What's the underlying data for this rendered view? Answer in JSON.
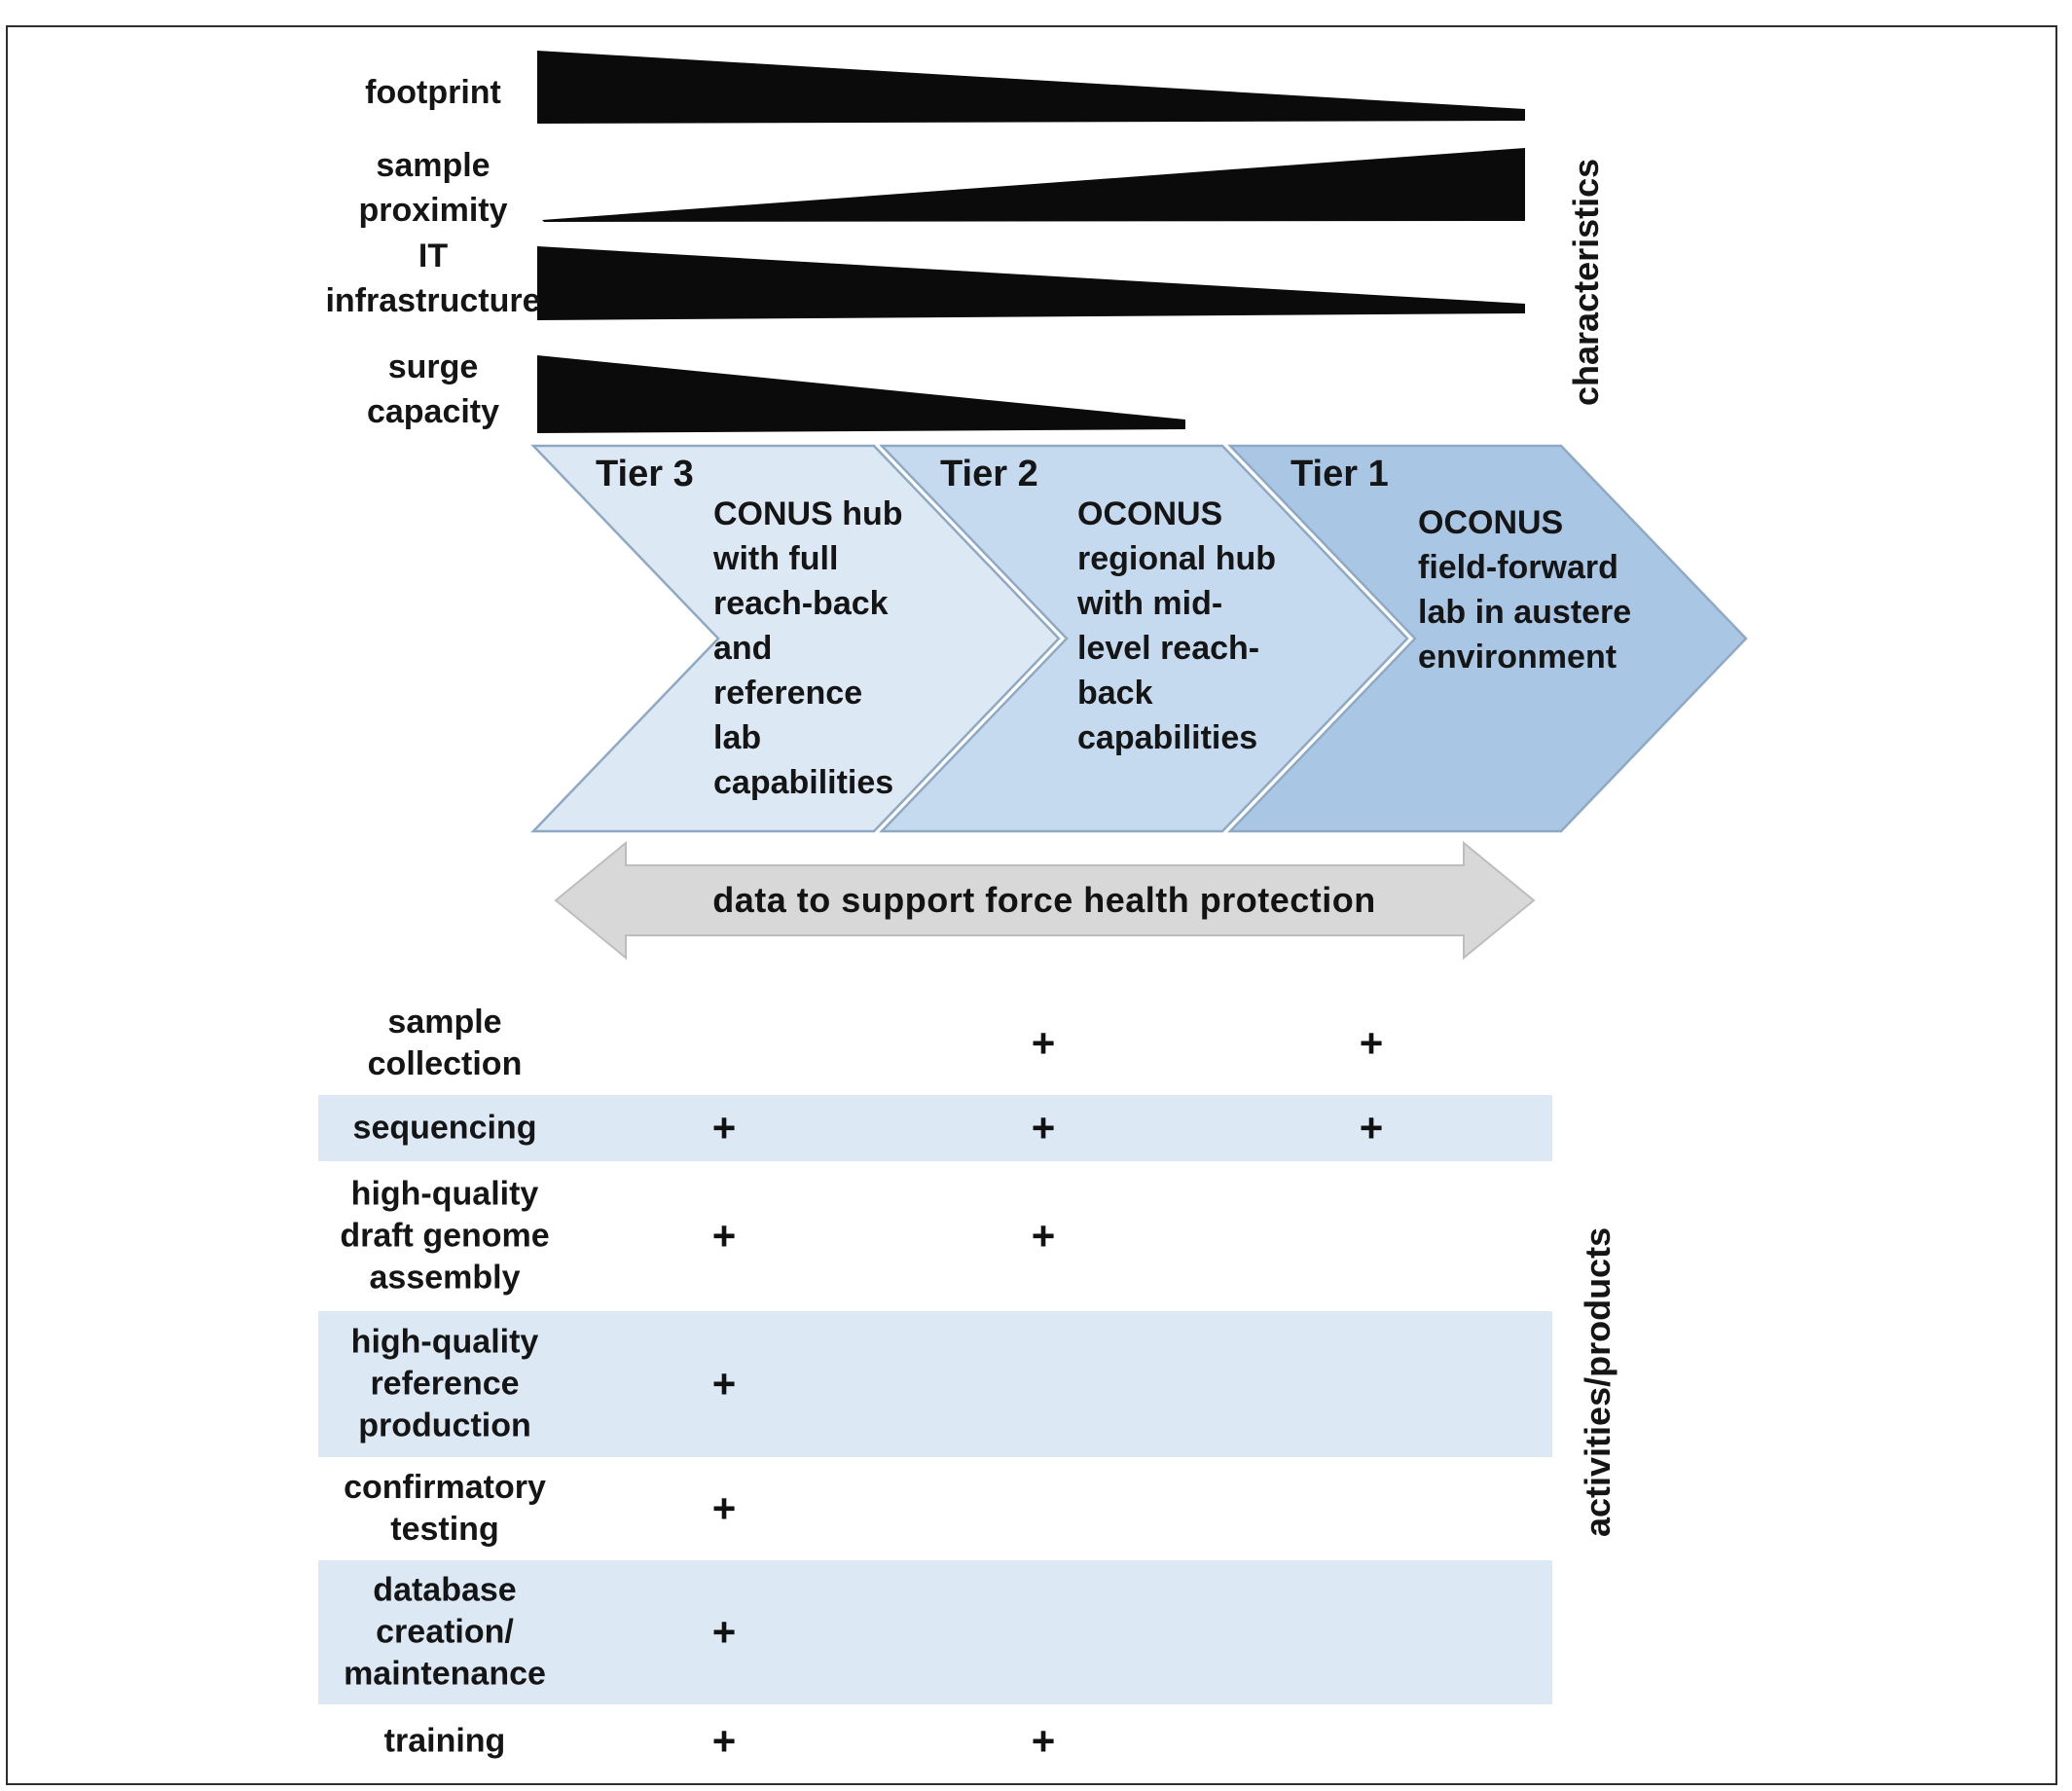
{
  "colors": {
    "tier3_fill": "#dce9f5",
    "tier2_fill": "#c5daee",
    "tier1_fill": "#a9c6e4",
    "chevron_border": "#8fa9c4",
    "wedge_black": "#0b0b0b",
    "arrow_gray_fill": "#d8d8d8",
    "arrow_gray_border": "#bdbdbd",
    "row_band_blue": "#dce9f5",
    "frame_border": "#2e2e2e"
  },
  "characteristics": {
    "side_label": "characteristics",
    "rows": [
      {
        "label": "footprint",
        "lines": [
          "footprint"
        ],
        "direction": "decreasing toward Tier 1"
      },
      {
        "label": "sample proximity",
        "lines": [
          "sample",
          "proximity"
        ],
        "direction": "increasing toward Tier 1"
      },
      {
        "label": "IT infrastructure",
        "lines": [
          "IT",
          "infrastructure"
        ],
        "direction": "decreasing toward Tier 1"
      },
      {
        "label": "surge capacity",
        "lines": [
          "surge",
          "capacity"
        ],
        "direction": "decreasing toward Tier 1"
      }
    ]
  },
  "tiers": [
    {
      "name": "Tier 3",
      "lines": [
        "CONUS hub",
        "with full",
        "reach-back",
        "and",
        "reference",
        "lab",
        "capabilities"
      ]
    },
    {
      "name": "Tier 2",
      "lines": [
        "OCONUS",
        "regional hub",
        "with mid-",
        "level reach-",
        "back",
        "capabilities"
      ]
    },
    {
      "name": "Tier 1",
      "lines": [
        "OCONUS",
        "field-forward",
        "lab in austere",
        "environment"
      ]
    }
  ],
  "arrow": {
    "label": "data to support force health protection"
  },
  "activities": {
    "side_label": "activities/products",
    "rows": [
      {
        "label": "sample collection",
        "lines": [
          "sample",
          "collection"
        ],
        "cells": [
          "",
          "+",
          "+"
        ],
        "shaded": false
      },
      {
        "label": "sequencing",
        "lines": [
          "sequencing"
        ],
        "cells": [
          "+",
          "+",
          "+"
        ],
        "shaded": true
      },
      {
        "label": "high-quality draft genome assembly",
        "lines": [
          "high-quality",
          "draft genome",
          "assembly"
        ],
        "cells": [
          "+",
          "+",
          ""
        ],
        "shaded": false
      },
      {
        "label": "high-quality reference production",
        "lines": [
          "high-quality",
          "reference",
          "production"
        ],
        "cells": [
          "+",
          "",
          ""
        ],
        "shaded": true
      },
      {
        "label": "confirmatory testing",
        "lines": [
          "confirmatory",
          "testing"
        ],
        "cells": [
          "+",
          "",
          ""
        ],
        "shaded": false
      },
      {
        "label": "database creation/ maintenance",
        "lines": [
          "database",
          "creation/",
          "maintenance"
        ],
        "cells": [
          "+",
          "",
          ""
        ],
        "shaded": true
      },
      {
        "label": "training",
        "lines": [
          "training"
        ],
        "cells": [
          "+",
          "+",
          ""
        ],
        "shaded": false
      }
    ]
  }
}
